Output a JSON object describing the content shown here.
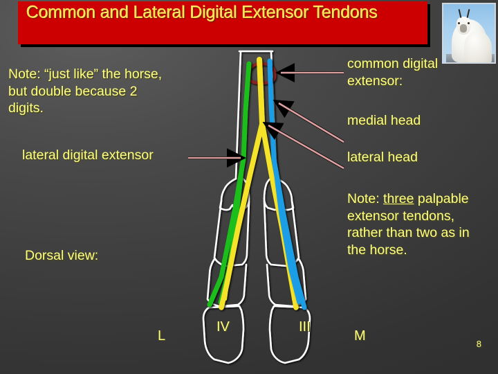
{
  "slide": {
    "title": "Common and Lateral Digital Extensor Tendons",
    "page_number": "8",
    "background_color": "#3d3d3d",
    "title_bar_color": "#cc0000",
    "title_text_color": "#ffe24d",
    "body_text_color": "#ffff80"
  },
  "photo": {
    "alt_name": "mountain-goat-photo",
    "sky_color": "#a9d2f0",
    "animal_color": "#ffffff"
  },
  "callouts": {
    "note_left": "Note: “just like” the horse, but double because 2 digits.",
    "lateral_digital_extensor": "lateral digital extensor",
    "dorsal_view": "Dorsal view:",
    "common_digital_extensor": "common digital extensor:",
    "medial_head": "medial head",
    "lateral_head": "lateral head",
    "note_right_prefix": "Note: ",
    "note_right_underlined": "three",
    "note_right_rest": " palpable extensor tendons, rather than two as in the horse."
  },
  "bone_labels": {
    "lateral": "L",
    "medial": "M",
    "digit_four": "IV",
    "digit_three": "III"
  },
  "diagram": {
    "view": "Dorsal view",
    "outline_color": "#ffffff",
    "tendons": [
      {
        "name": "lateral digital extensor",
        "color": "#22cc22",
        "side": "lateral",
        "insertion": "digit IV"
      },
      {
        "name": "common digital extensor - medial head",
        "color": "#ffee22",
        "side": "medial",
        "insertion": "digits III and IV",
        "note": "branches into two"
      },
      {
        "name": "common digital extensor - lateral head",
        "color": "#1a9ee6",
        "side": "medial-to-lateral",
        "insertion": "digit III"
      }
    ],
    "retinaculum": {
      "name": "extensor retinaculum loop",
      "color": "#8c2020"
    },
    "arrow_color": "#d99a9a",
    "arrow_targets": [
      "retinaculum loop",
      "lateral head tendon",
      "medial head branch point",
      "lateral digital extensor"
    ]
  }
}
